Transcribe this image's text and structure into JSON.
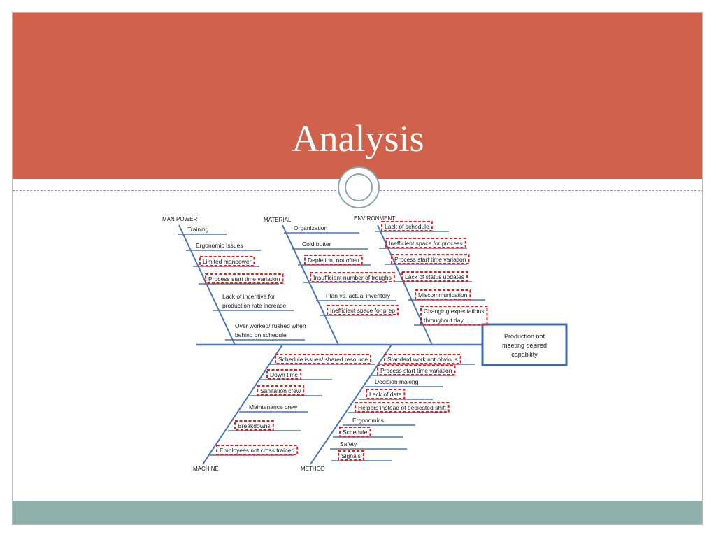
{
  "slide": {
    "title": "Analysis",
    "colors": {
      "title_band": "#d0614a",
      "footer_band": "#8fb0ad",
      "bone": "#4a74b8",
      "highlight": "#e0201c"
    }
  },
  "fishbone": {
    "head": [
      "Production not",
      "meeting desired",
      "capability"
    ],
    "categories": {
      "manpower": "MAN POWER",
      "material": "MATERIAL",
      "environment": "ENVIRONMENT",
      "machine": "MACHINE",
      "method": "METHOD"
    },
    "manpower": [
      {
        "lines": [
          "Training"
        ],
        "highlight": false
      },
      {
        "lines": [
          "Ergonomic Issues"
        ],
        "highlight": false
      },
      {
        "lines": [
          "Limited manpower"
        ],
        "highlight": true
      },
      {
        "lines": [
          "Process start time variation"
        ],
        "highlight": true
      },
      {
        "lines": [
          "Lack of incentive for",
          "production rate increase"
        ],
        "highlight": false
      },
      {
        "lines": [
          "Over worked/ rushed when",
          "behind on schedule"
        ],
        "highlight": false
      }
    ],
    "material": [
      {
        "lines": [
          "Organization"
        ],
        "highlight": false
      },
      {
        "lines": [
          "Cold butter"
        ],
        "highlight": false
      },
      {
        "lines": [
          "Depletion, not often"
        ],
        "highlight": true
      },
      {
        "lines": [
          "Insufficient number of troughs"
        ],
        "highlight": true
      },
      {
        "lines": [
          "Plan vs. actual inventory"
        ],
        "highlight": false
      },
      {
        "lines": [
          "Inefficient space for prep"
        ],
        "highlight": true
      }
    ],
    "environment": [
      {
        "lines": [
          "Lack of schedule"
        ],
        "highlight": true
      },
      {
        "lines": [
          "Inefficient space for process"
        ],
        "highlight": true
      },
      {
        "lines": [
          "Process start time variation"
        ],
        "highlight": true
      },
      {
        "lines": [
          "Lack of status updates"
        ],
        "highlight": true
      },
      {
        "lines": [
          "Miscommunication"
        ],
        "highlight": true
      },
      {
        "lines": [
          "Changing expectations",
          "throughout day"
        ],
        "highlight": true
      }
    ],
    "machine": [
      {
        "lines": [
          "Schedule issues/ shared resource"
        ],
        "highlight": true
      },
      {
        "lines": [
          "Down time"
        ],
        "highlight": true
      },
      {
        "lines": [
          "Sanitation crew"
        ],
        "highlight": true
      },
      {
        "lines": [
          "Maintenance crew"
        ],
        "highlight": false
      },
      {
        "lines": [
          "Breakdowns"
        ],
        "highlight": true
      },
      {
        "lines": [
          "Employees not cross trained"
        ],
        "highlight": true
      }
    ],
    "method": [
      {
        "lines": [
          "Standard work not obvious"
        ],
        "highlight": true
      },
      {
        "lines": [
          "Process start time variation"
        ],
        "highlight": true
      },
      {
        "lines": [
          "Decision making"
        ],
        "highlight": false
      },
      {
        "lines": [
          "Lack of data"
        ],
        "highlight": true
      },
      {
        "lines": [
          "Helpers instead of dedicated shift"
        ],
        "highlight": true
      },
      {
        "lines": [
          "Ergonomics"
        ],
        "highlight": false
      },
      {
        "lines": [
          "Schedule"
        ],
        "highlight": true
      },
      {
        "lines": [
          "Safety"
        ],
        "highlight": false
      },
      {
        "lines": [
          "Signals"
        ],
        "highlight": true
      }
    ]
  }
}
